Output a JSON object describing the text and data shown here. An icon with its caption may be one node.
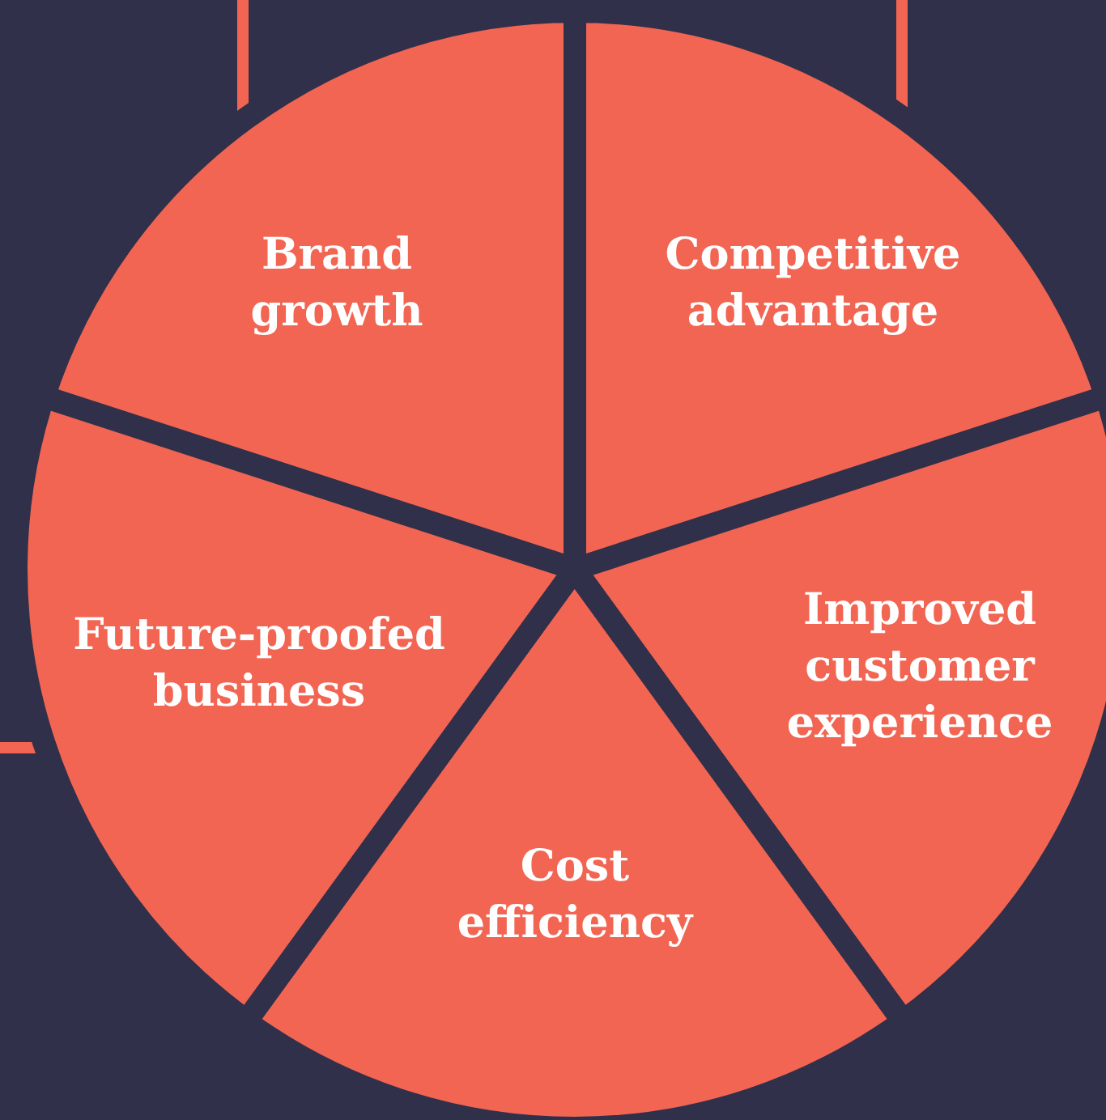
{
  "diagram": {
    "nodes": [
      {
        "text": [
          "Brand growth"
        ]
      },
      {
        "text": [
          "Competitive advantage"
        ]
      },
      {
        "text": [
          "Improved customer experience"
        ]
      },
      {
        "text": [
          "Cost efficiency"
        ]
      },
      {
        "text": [
          "Future-proofed business"
        ]
      }
    ]
  }
}
